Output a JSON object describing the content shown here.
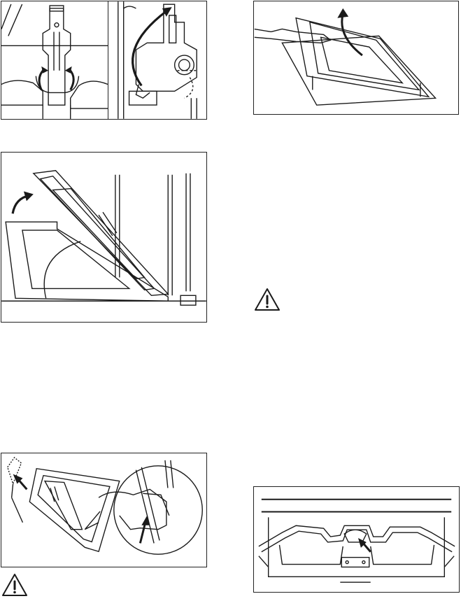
{
  "figures": [
    {
      "id": "hinge-levers",
      "icon": "hinge-lever-illustration"
    },
    {
      "id": "hinge-rotate",
      "icon": "hinge-rotate-illustration"
    },
    {
      "id": "glass-lift",
      "icon": "glass-panel-lift-illustration"
    },
    {
      "id": "door-open-angle",
      "icon": "door-tilt-illustration"
    },
    {
      "id": "door-remove",
      "icon": "door-removal-illustration"
    },
    {
      "id": "heater-element",
      "icon": "heating-element-illustration"
    }
  ],
  "warnings": [
    {
      "icon": "warning-triangle-icon"
    },
    {
      "icon": "warning-triangle-icon"
    }
  ],
  "colors": {
    "line": "#1a1a1a",
    "background": "#ffffff"
  }
}
